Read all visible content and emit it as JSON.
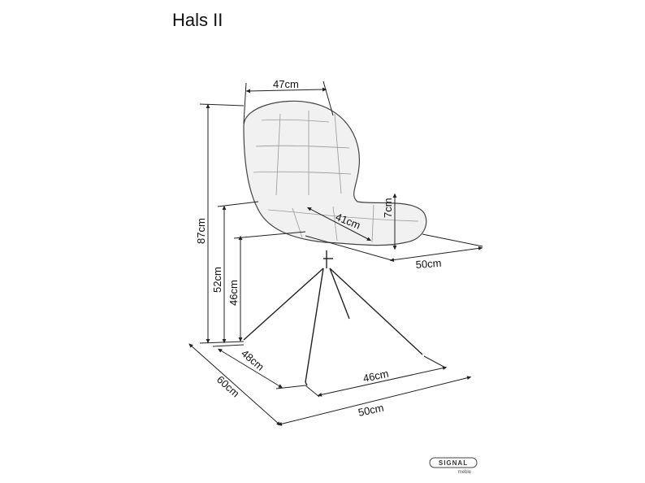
{
  "title": "Hals II",
  "dimensions": {
    "seat_width_top": "47cm",
    "total_height": "87cm",
    "armrest_height": "52cm",
    "seat_height": "46cm",
    "seat_depth": "41cm",
    "back_height_side": "7cm",
    "seat_width": "50cm",
    "base_depth": "48cm",
    "base_width": "46cm",
    "total_depth": "60cm",
    "total_width": "50cm"
  },
  "brand": {
    "name": "SIGNAL",
    "tagline": "meble"
  },
  "colors": {
    "line": "#222222",
    "seat_fill": "#f0f0f0"
  }
}
